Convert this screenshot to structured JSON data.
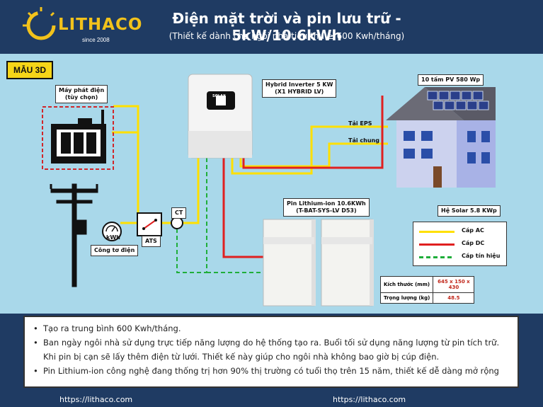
{
  "brand": {
    "name": "LITHACO",
    "since": "since 2008"
  },
  "header": {
    "title": "Điện mặt trời và pin lưu trữ - 5kW/10.6kWh",
    "subtitle": "(Thiết kế dành cho ngôi nhà tiêu thụ ≥ 600 Kwh/tháng)"
  },
  "badge": "MẪU 3D",
  "labels": {
    "generator_line1": "Máy phát điện",
    "generator_line2": "(tùy chọn)",
    "inverter_line1": "Hybrid Inverter 5 KW",
    "inverter_line2": "(X1 HYBRID LV)",
    "pv": "10 tấm PV 580 Wp",
    "eps": "Tải EPS",
    "load": "Tải chung",
    "battery_line1": "Pin Lithium-ion 10.6KWh",
    "battery_line2": "(T-BAT-SYS-LV D53)",
    "solar_system": "Hệ Solar 5.8 KWp",
    "meter_unit": "kWh",
    "meter": "Công tơ điện",
    "ats": "ATS",
    "ct": "CT",
    "inverter_brand": "SOLAX"
  },
  "legend": [
    {
      "label": "Cáp AC",
      "color": "#ffe000",
      "style": "solid"
    },
    {
      "label": "Cáp DC",
      "color": "#e02020",
      "style": "solid"
    },
    {
      "label": "Cáp tín hiệu",
      "color": "#1fae3a",
      "style": "dashed"
    }
  ],
  "specs": [
    {
      "label": "Kích thước (mm)",
      "value": "645 x 150 x 430"
    },
    {
      "label": "Trọng lượng (kg)",
      "value": "48.5"
    }
  ],
  "bullets": [
    "Tạo ra trung bình 600 Kwh/tháng.",
    "Ban ngày ngôi nhà sử dụng trực tiếp năng lượng do hệ thống tạo ra. Buổi tối sử dụng năng lượng từ pin tích trữ. Khi pin bị cạn sẽ lấy thêm điện từ lưới. Thiết kế này giúp cho ngôi nhà không bao giờ bị cúp điện.",
    "Pin Lithium-ion công nghệ đang thống trị hơn 90% thị trường có tuổi thọ trên 15 năm, thiết kế dễ dàng mở rộng"
  ],
  "footer": {
    "left": "https://lithaco.com",
    "right": "https://lithaco.com"
  }
}
